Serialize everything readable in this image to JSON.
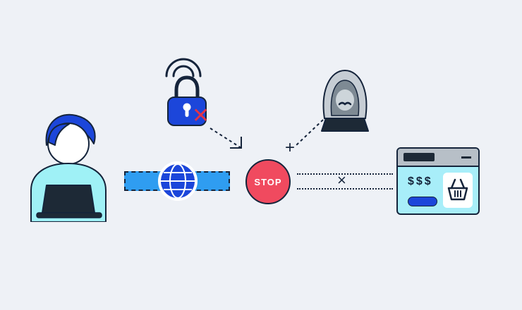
{
  "scene": {
    "background": "#eef1f6",
    "outline": "#15243b"
  },
  "palette": {
    "primary_blue": "#1c46da",
    "band_azure": "#2f9df1",
    "shirt_cyan": "#9ff1f6",
    "stop_red": "#f04a5f",
    "x_red": "#e23347",
    "hood_gray": "#c6cdd4",
    "hood_shadow_gray": "#7e8a94",
    "panel_header_gray": "#b7bfc7",
    "panel_body_cyan": "#a8eef9",
    "laptop_dark": "#1d2936"
  },
  "stop_sign": {
    "label": "STOP"
  },
  "storefront": {
    "price": "$$$"
  },
  "symbols": {
    "plus": "+",
    "multiply": "×",
    "blocked_x": "✕"
  },
  "icons": {
    "globe": "globe-grid",
    "padlock": "padlock",
    "wifi": "wifi-arcs",
    "basket": "shopping-basket",
    "person": "person-at-laptop",
    "hacker": "hooded-figure-at-laptop"
  }
}
